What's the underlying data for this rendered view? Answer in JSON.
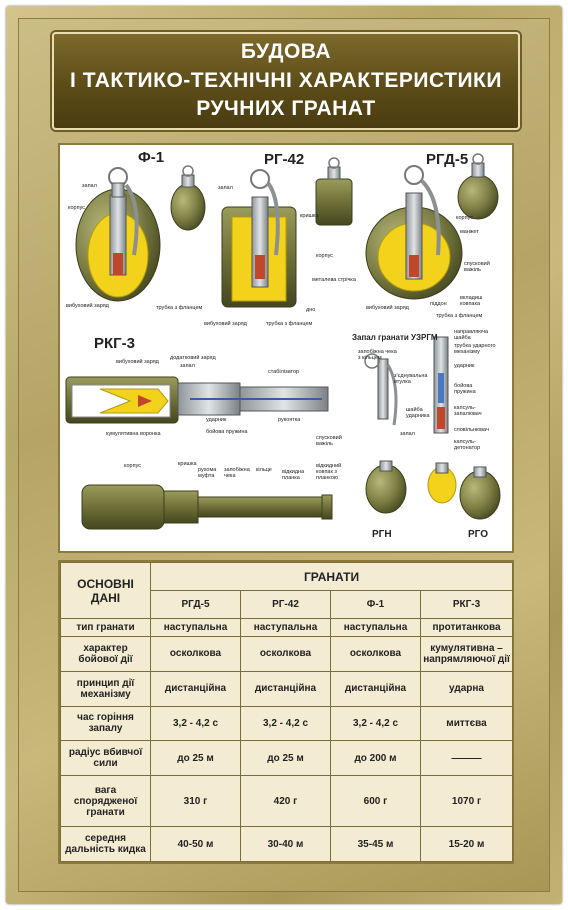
{
  "title": {
    "line1": "БУДОВА",
    "line2": "І ТАКТИКО-ТЕХНІЧНІ ХАРАКТЕРИСТИКИ",
    "line3": "РУЧНИХ ГРАНАТ"
  },
  "diagrams": {
    "f1": {
      "name": "Ф-1",
      "labels": {
        "zapal": "запал",
        "korpus": "корпус",
        "charge": "вибуховий заряд",
        "tube": "трубка з фланцем"
      }
    },
    "rg42": {
      "name": "РГ-42",
      "labels": {
        "zapal": "запал",
        "kryshka": "кришка",
        "korpus": "корпус",
        "strip": "металева стрічка",
        "dno": "дно",
        "charge": "вибуховий заряд",
        "tube": "трубка з фланцем"
      }
    },
    "rgd5": {
      "name": "РГД-5",
      "labels": {
        "mansheta": "манжет",
        "korpus": "корпус",
        "lever": "спусковий важіль",
        "insert": "вкладиш ковпака",
        "pidon": "піддон",
        "charge": "вибуховий заряд",
        "tube": "трубка з фланцем"
      }
    },
    "rkg3": {
      "name": "РКГ-3",
      "labels": {
        "charge": "вибуховий заряд",
        "extra_charge": "додатковий заряд",
        "zapal": "запал",
        "stabilizer": "стабілізатор",
        "striker": "ударник",
        "handle": "рукоятка",
        "cumulative": "кумулятивна воронка",
        "spring": "бойова пружина"
      }
    },
    "rkg3_ext": {
      "labels": {
        "korpus": "корпус",
        "kryshka": "кришка",
        "sleeve": "рухома муфта",
        "pin": "запобіжна чека",
        "ring": "кільце",
        "plank": "відкидна планка",
        "cap": "відкидний ковпак з планкою"
      }
    },
    "uzrgm": {
      "title": "Запал гранати УЗРГМ",
      "labels": {
        "pin": "запобіжна чека з кільцем",
        "sleeve": "з'єднувальна втулка",
        "lever": "спусковий важіль",
        "zapal": "запал",
        "washer": "направляюча шайба",
        "tube": "трубка ударного механізму",
        "striker": "ударник",
        "spring": "бойова пружина",
        "capsule": "капсуль-запалювач",
        "delay": "сповільнювач",
        "detonator": "капсуль-детонатор",
        "washer2": "шайба ударника"
      }
    },
    "rgn": {
      "name": "РГН"
    },
    "rgo": {
      "name": "РГО"
    }
  },
  "table": {
    "corner": "ОСНОВНІ ДАНІ",
    "group": "ГРАНАТИ",
    "columns": [
      "РГД-5",
      "РГ-42",
      "Ф-1",
      "РКГ-3"
    ],
    "rows": [
      {
        "label": "тип гранати",
        "values": [
          "наступальна",
          "наступальна",
          "наступальна",
          "протитанкова"
        ]
      },
      {
        "label": "характер бойової дії",
        "values": [
          "осколкова",
          "осколкова",
          "осколкова",
          "кумулятивна – напрямляючої дії"
        ]
      },
      {
        "label": "принцип дії механізму",
        "values": [
          "дистанційна",
          "дистанційна",
          "дистанційна",
          "ударна"
        ]
      },
      {
        "label": "час горіння запалу",
        "values": [
          "3,2 - 4,2 с",
          "3,2 - 4,2 с",
          "3,2 - 4,2 с",
          "миттєва"
        ]
      },
      {
        "label": "радіус вбивчої сили",
        "values": [
          "до 25 м",
          "до 25 м",
          "до 200 м",
          "———"
        ]
      },
      {
        "label": "вага спорядженої гранати",
        "values": [
          "310 г",
          "420 г",
          "600 г",
          "1070 г"
        ]
      },
      {
        "label": "середня дальність кидка",
        "values": [
          "40-50 м",
          "30-40 м",
          "35-45 м",
          "15-20 м"
        ]
      }
    ]
  }
}
